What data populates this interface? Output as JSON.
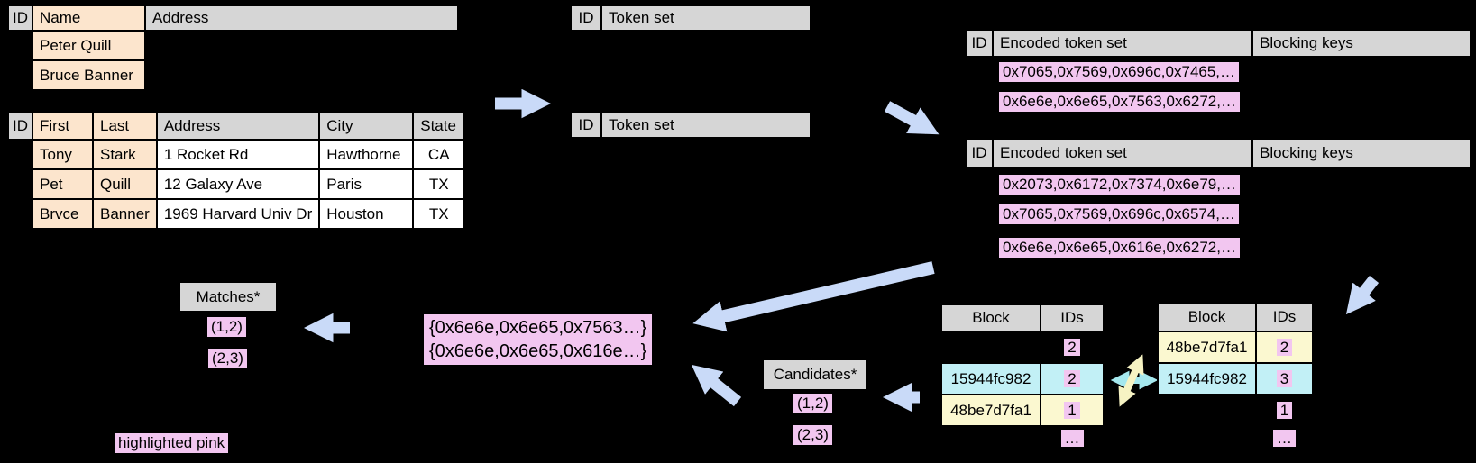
{
  "colors": {
    "background": "#000000",
    "header_gray": "#d6d6d6",
    "peach": "#fce5cd",
    "white": "#ffffff",
    "pink_highlight": "#f2c6f0",
    "cyan_cell": "#c2f0f6",
    "yellow_cell": "#fbf8d0",
    "arrow_blue": "#c9daf8",
    "arrow_cyan": "#a5e8ee",
    "arrow_yellow": "#f6f3c3"
  },
  "tableA": {
    "headers": [
      "ID",
      "Name",
      "Address"
    ],
    "rows": [
      [
        "Peter Quill"
      ],
      [
        "Bruce Banner"
      ]
    ]
  },
  "tableB": {
    "headers": [
      "ID",
      "First",
      "Last",
      "Address",
      "City",
      "State"
    ],
    "rows": [
      [
        "Tony",
        "Stark",
        "1 Rocket Rd",
        "Hawthorne",
        "CA"
      ],
      [
        "Pet",
        "Quill",
        "12 Galaxy Ave",
        "Paris",
        "TX"
      ],
      [
        "Brvce",
        "Banner",
        "1969 Harvard Univ Dr",
        "Houston",
        "TX"
      ]
    ]
  },
  "tokenTable": {
    "headers": [
      "ID",
      "Token set"
    ]
  },
  "encodedTable": {
    "headers": [
      "ID",
      "Encoded token set",
      "Blocking keys"
    ]
  },
  "encoded1": {
    "rows": [
      "0x7065,0x7569,0x696c,0x7465,…",
      "0x6e6e,0x6e65,0x7563,0x6272,…"
    ]
  },
  "encoded2": {
    "rows": [
      "0x2073,0x6172,0x7374,0x6e79,…",
      "0x7065,0x7569,0x696c,0x6574,…",
      "0x6e6e,0x6e65,0x616e,0x6272,…"
    ]
  },
  "blockLeft": {
    "headers": [
      "Block",
      "IDs"
    ],
    "rows": [
      {
        "block": "",
        "id": "2"
      },
      {
        "block": "15944fc982",
        "id": "2"
      },
      {
        "block": "48be7d7fa1",
        "id": "1"
      },
      {
        "block": "",
        "id": "…"
      }
    ]
  },
  "blockRight": {
    "headers": [
      "Block",
      "IDs"
    ],
    "rows": [
      {
        "block": "48be7d7fa1",
        "id": "2"
      },
      {
        "block": "15944fc982",
        "id": "3"
      },
      {
        "block": "",
        "id": "1"
      },
      {
        "block": "",
        "id": "…"
      }
    ]
  },
  "intersection": {
    "lines": [
      "{0x6e6e,0x6e65,0x7563…}",
      "{0x6e6e,0x6e65,0x616e…}"
    ]
  },
  "candidates": {
    "title": "Candidates*",
    "pairs": [
      "(1,2)",
      "(2,3)"
    ]
  },
  "matches": {
    "title": "Matches*",
    "pairs": [
      "(1,2)",
      "(2,3)"
    ]
  },
  "legend": {
    "text": "highlighted pink"
  }
}
